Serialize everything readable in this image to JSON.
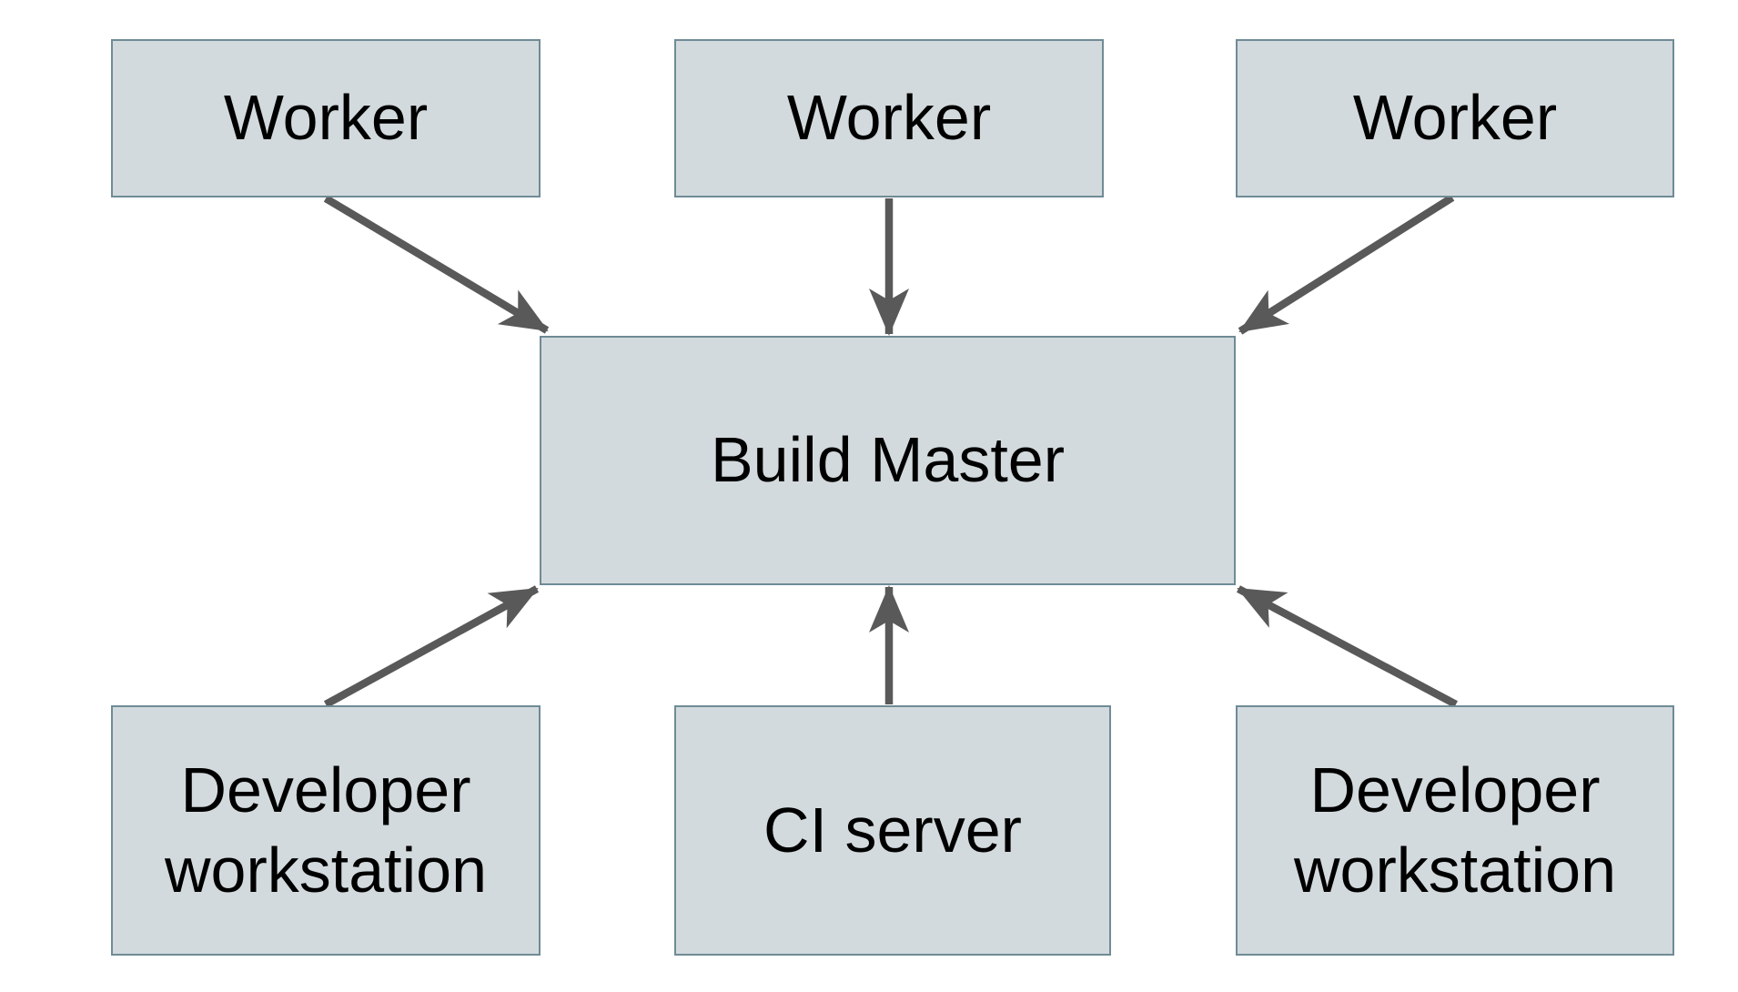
{
  "diagram": {
    "nodes": [
      {
        "id": "worker-1",
        "label": "Worker"
      },
      {
        "id": "worker-2",
        "label": "Worker"
      },
      {
        "id": "worker-3",
        "label": "Worker"
      },
      {
        "id": "build-master",
        "label": "Build Master"
      },
      {
        "id": "developer-workstation-left",
        "label": "Developer workstation"
      },
      {
        "id": "ci-server",
        "label": "CI server"
      },
      {
        "id": "developer-workstation-right",
        "label": "Developer workstation"
      }
    ],
    "edges": [
      {
        "from": "worker-1",
        "to": "build-master"
      },
      {
        "from": "worker-2",
        "to": "build-master"
      },
      {
        "from": "worker-3",
        "to": "build-master"
      },
      {
        "from": "developer-workstation-left",
        "to": "build-master"
      },
      {
        "from": "ci-server",
        "to": "build-master"
      },
      {
        "from": "developer-workstation-right",
        "to": "build-master"
      }
    ]
  },
  "colors": {
    "node_fill": "#d3dadd",
    "node_border": "#6f8b96",
    "arrow": "#595959",
    "text": "#000000",
    "background": "#ffffff"
  }
}
